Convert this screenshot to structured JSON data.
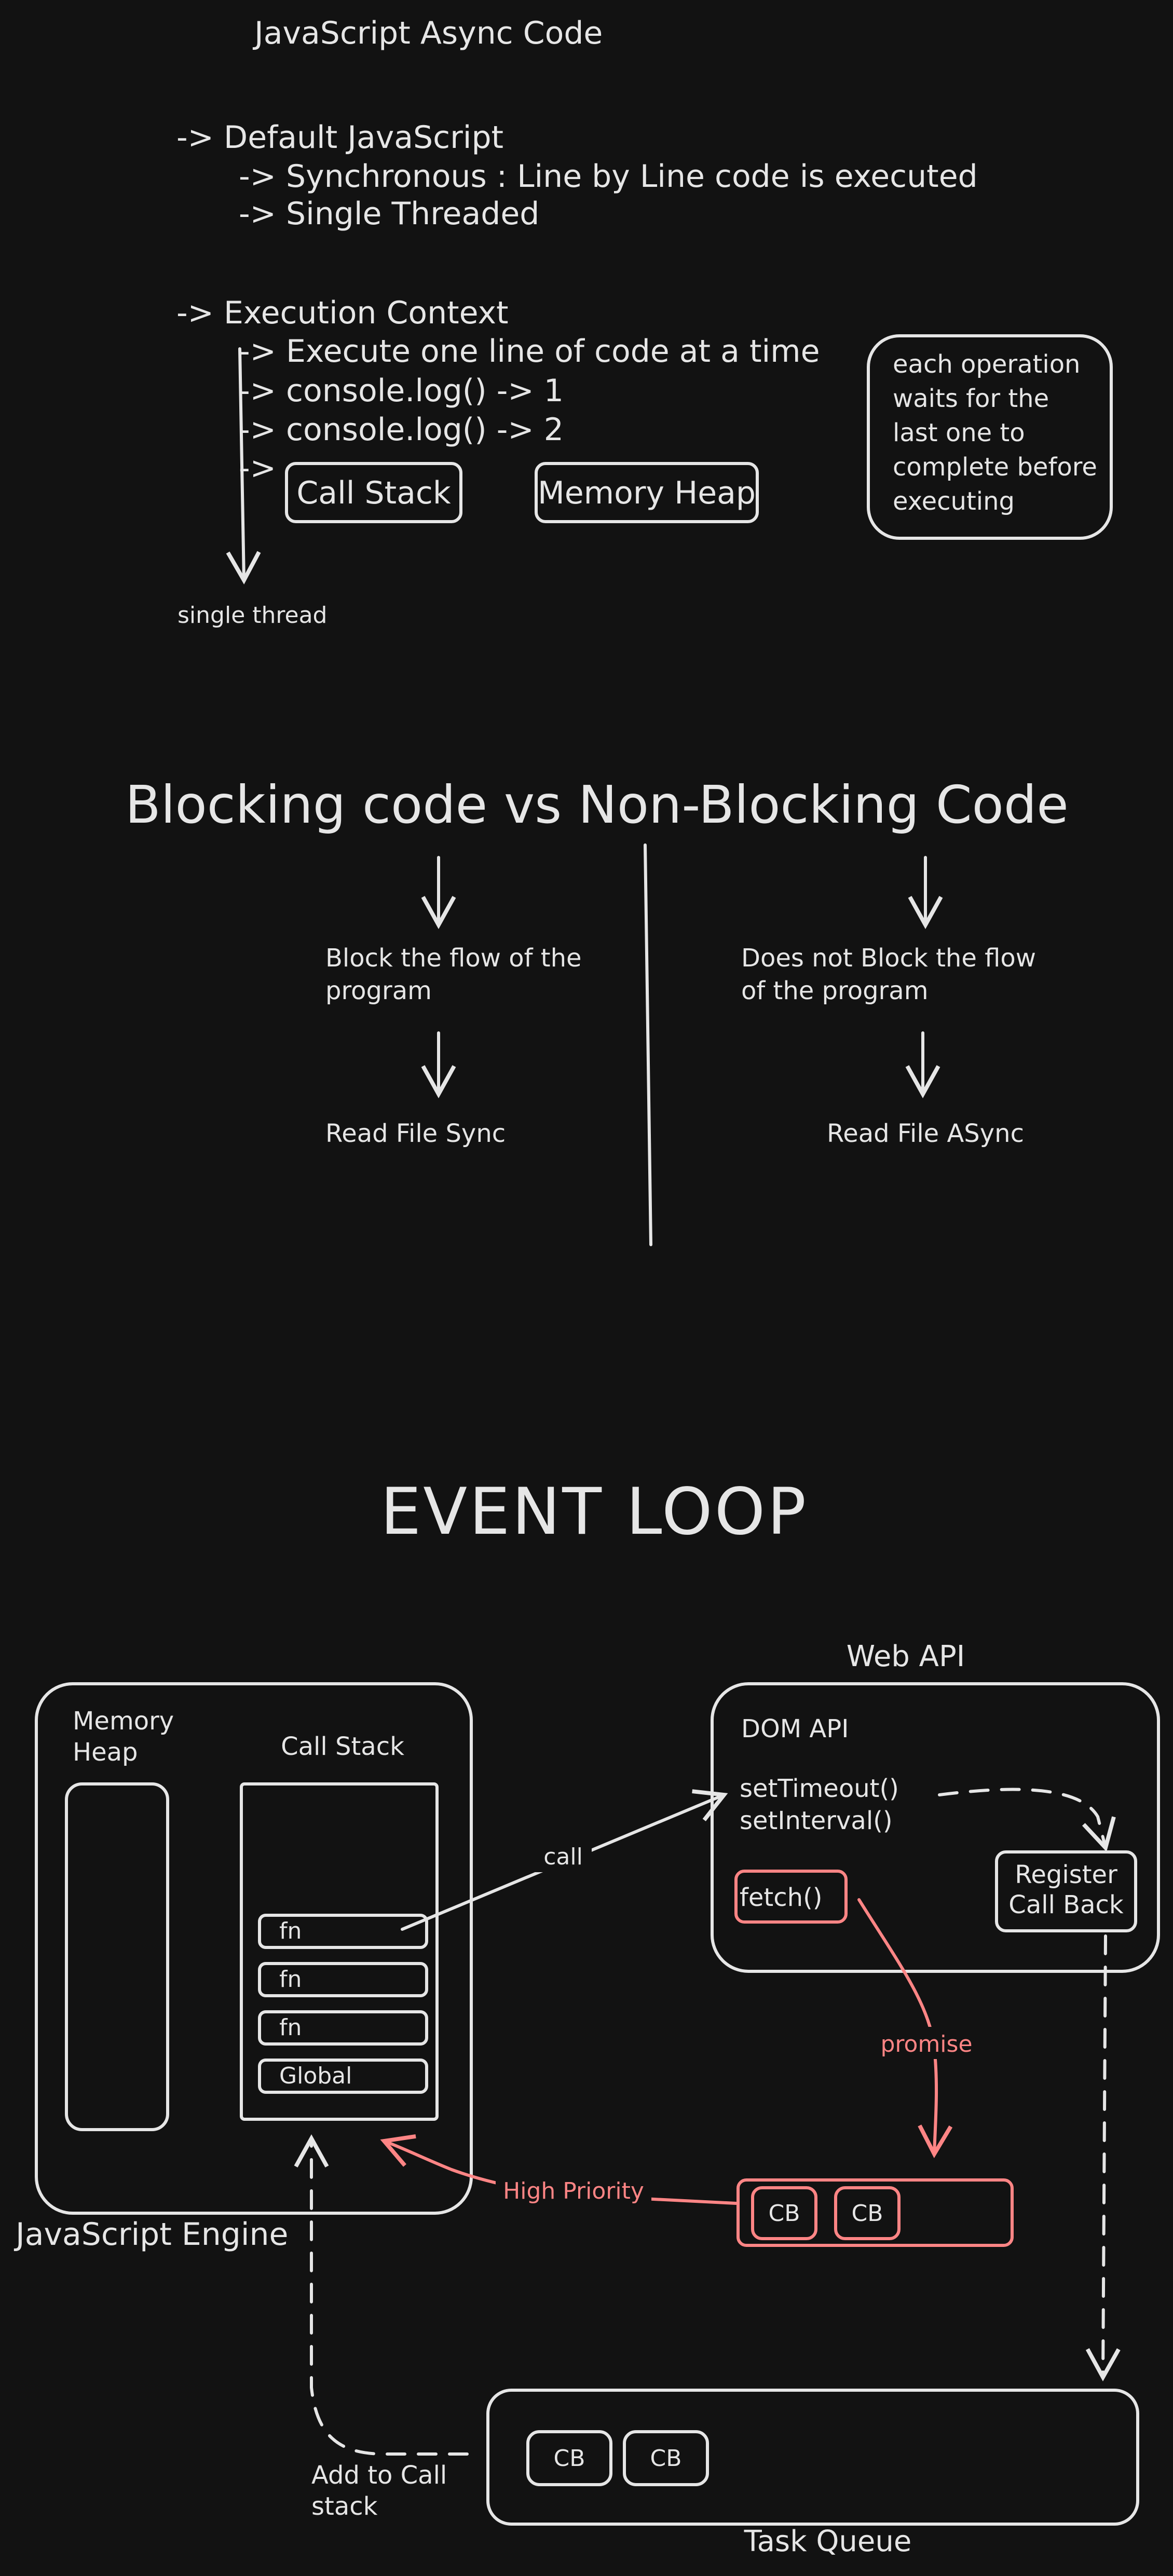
{
  "title": "JavaScript Async Code",
  "section1": {
    "heading": "-> Default JavaScript",
    "items": [
      "-> Synchronous : Line by Line code is executed",
      "-> Single Threaded"
    ]
  },
  "section2": {
    "heading": "-> Execution Context",
    "items": [
      "-> Execute one line of code at a time",
      "-> console.log() -> 1",
      "-> console.log() -> 2",
      "->"
    ],
    "call_stack_box": "Call Stack",
    "memory_heap_box": "Memory Heap",
    "thread_label": "single thread",
    "note_lines": [
      "each operation",
      "waits for the",
      "last one to",
      "complete before",
      "executing"
    ]
  },
  "blocking": {
    "title": "Blocking code vs Non-Blocking Code",
    "left": {
      "desc_lines": [
        "Block the flow of the",
        "program"
      ],
      "example": "Read File Sync"
    },
    "right": {
      "desc_lines": [
        "Does not Block the flow",
        "of the program"
      ],
      "example": "Read File ASync"
    }
  },
  "event_loop": {
    "title": "EVENT LOOP",
    "engine": {
      "label": "JavaScript Engine",
      "memory_heap_lines": [
        "Memory",
        "Heap"
      ],
      "call_stack_label": "Call Stack",
      "stack_frames": [
        "fn",
        "fn",
        "fn",
        "Global"
      ]
    },
    "call_label": "call",
    "web_api": {
      "label": "Web API",
      "dom_api": "DOM API",
      "timers": [
        "setTimeout()",
        "setInterval()"
      ],
      "fetch": "fetch()",
      "register_lines": [
        "Register",
        "Call Back"
      ]
    },
    "promise_label": "promise",
    "high_priority_label": "High Priority",
    "microtask_queue": [
      "CB",
      "CB"
    ],
    "task_queue": {
      "label": "Task Queue",
      "items": [
        "CB",
        "CB"
      ]
    },
    "add_to_call_lines": [
      "Add to Call",
      "stack"
    ],
    "accent_color": "#ff8585",
    "stroke_color": "#e6e6e6",
    "background_color": "#121212"
  }
}
